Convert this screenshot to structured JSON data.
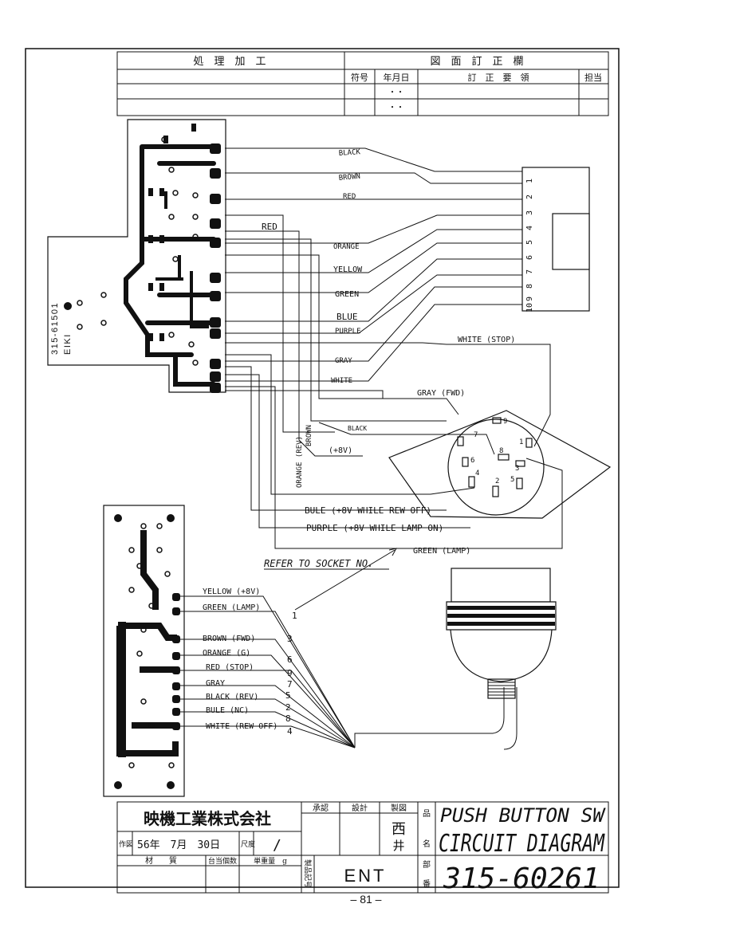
{
  "revision_header": {
    "processing_label": "処　理　加　工",
    "revision_title": "図　面　訂　正　欄",
    "col_symbol": "符号",
    "col_date": "年月日",
    "col_instructions": "訂　正　要　領",
    "col_person": "担当",
    "row_dots": [
      "・・",
      "・・"
    ]
  },
  "upper_board": {
    "part_number_vertical": "315-61501",
    "maker_vertical": "EIKI"
  },
  "upper_wires": [
    {
      "label": "BLACK"
    },
    {
      "label": "BROWN"
    },
    {
      "label": "RED"
    },
    {
      "label": "RED"
    },
    {
      "label": "ORANGE"
    },
    {
      "label": "YELLOW"
    },
    {
      "label": "GREEN"
    },
    {
      "label": "BLUE"
    },
    {
      "label": "PURPLE"
    },
    {
      "label": "GRAY"
    },
    {
      "label": "WHITE"
    }
  ],
  "connector_pins": [
    "1",
    "2",
    "3",
    "4",
    "5",
    "6",
    "7",
    "8",
    "9",
    "10"
  ],
  "socket": {
    "labels": {
      "white_stop": "WHITE (STOP)",
      "gray_fwd": "GRAY (FWD)",
      "black": "BLACK",
      "plus8v": "(+8V)",
      "orange_rev": "ORANGE (REV)",
      "brown": "BROWN",
      "bule": "BULE (+8V WHILE REW OFF)",
      "purple": "PURPLE (+8V WHILE LAMP ON)",
      "green_lamp": "GREEN (LAMP)"
    },
    "pin_numbers": [
      "1",
      "2",
      "3",
      "4",
      "5",
      "6",
      "7",
      "8",
      "9"
    ]
  },
  "refer_note": "REFER TO SOCKET NO.",
  "lower_wires": [
    {
      "label": "YELLOW (+8V)",
      "pin": "1"
    },
    {
      "label": "GREEN (LAMP)",
      "pin": ""
    },
    {
      "label": "BROWN (FWD)",
      "pin": "3"
    },
    {
      "label": "ORANGE (G)",
      "pin": "6"
    },
    {
      "label": "RED (STOP)",
      "pin": "9"
    },
    {
      "label": "GRAY",
      "pin": "7"
    },
    {
      "label": "BLACK (REV)",
      "pin": "5"
    },
    {
      "label": "BULE (NC)",
      "pin": "2"
    },
    {
      "label": "WHITE (REW OFF)",
      "pin": "8"
    },
    {
      "label": "",
      "pin": "4"
    }
  ],
  "title_block": {
    "company": "映機工業株式会社",
    "sakuzu_label": "作図",
    "date_text": "56年　7月　30日",
    "scale_label": "尺度",
    "scale_value": "/",
    "approve_label": "承認",
    "design_label": "設計",
    "drafting_label": "製図",
    "drafter_name_1": "西",
    "drafter_name_2": "井",
    "material_label": "材　　質",
    "qty_label": "台当個数",
    "weight_label": "単重量　g",
    "product_code_label": "製品記号",
    "product_code": "ENT",
    "hin_label": "品",
    "mei_label": "名",
    "bu_label": "部",
    "ban_label": "番",
    "title_line_1": "PUSH BUTTON SW",
    "title_line_2": "CIRCUIT DIAGRAM",
    "part_number": "315-60261"
  },
  "page_number": "– 81 –"
}
